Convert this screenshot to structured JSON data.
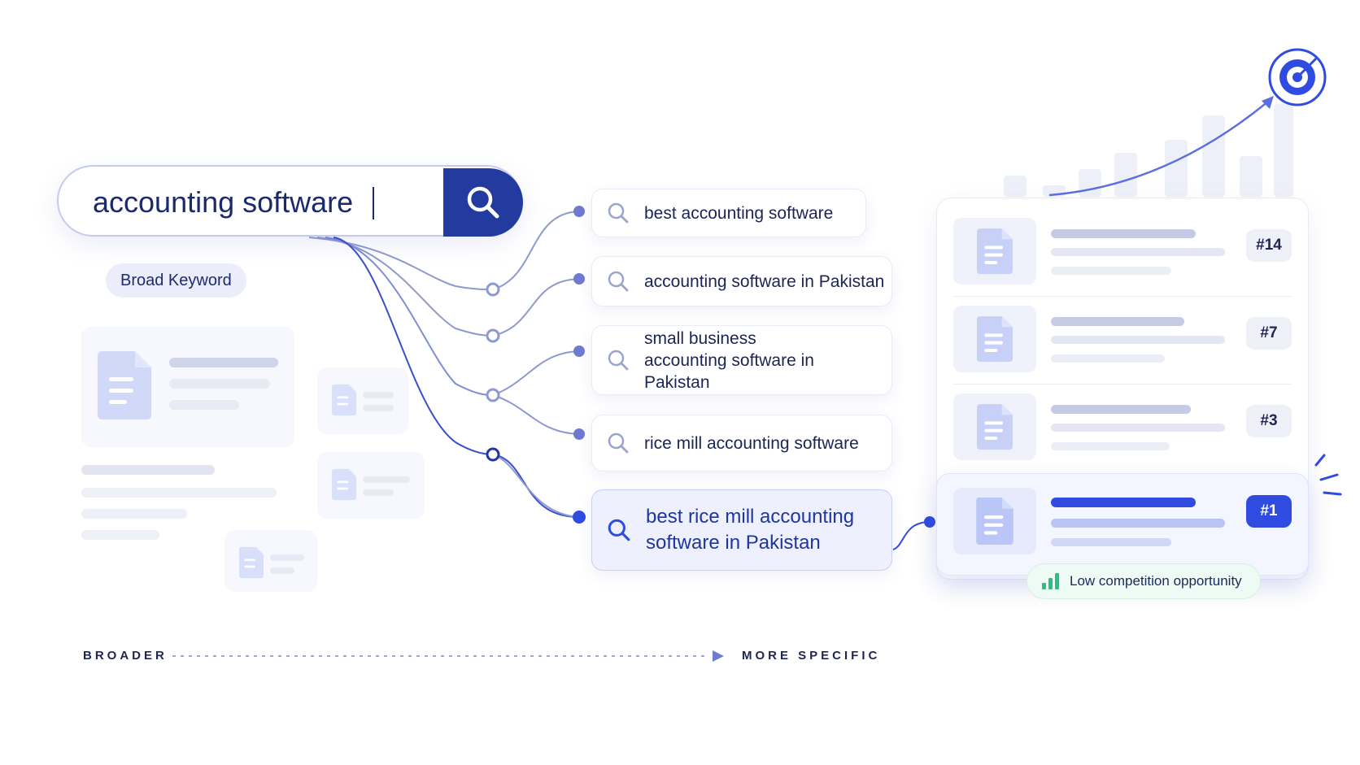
{
  "search": {
    "query": "accounting software"
  },
  "broad_label": "Broad Keyword",
  "keywords": [
    {
      "text": "best accounting software"
    },
    {
      "text": "accounting software in Pakistan"
    },
    {
      "text": "small business accounting software in Pakistan"
    },
    {
      "text": "rice mill accounting software"
    },
    {
      "text": "best rice mill accounting software in Pakistan"
    }
  ],
  "rankings": [
    {
      "badge": "#14"
    },
    {
      "badge": "#7"
    },
    {
      "badge": "#3"
    },
    {
      "badge": "#1"
    }
  ],
  "opportunity_label": "Low competition opportunity",
  "axis": {
    "left": "BROADER",
    "right": "MORE SPECIFIC"
  },
  "colors": {
    "accent": "#2f4be0",
    "navy": "#233b9e",
    "text_dark": "#1b2455",
    "success": "#27c281"
  },
  "icons": [
    "search-icon",
    "document-icon",
    "target-icon",
    "bar-chart-icon",
    "arrow-right-icon"
  ]
}
